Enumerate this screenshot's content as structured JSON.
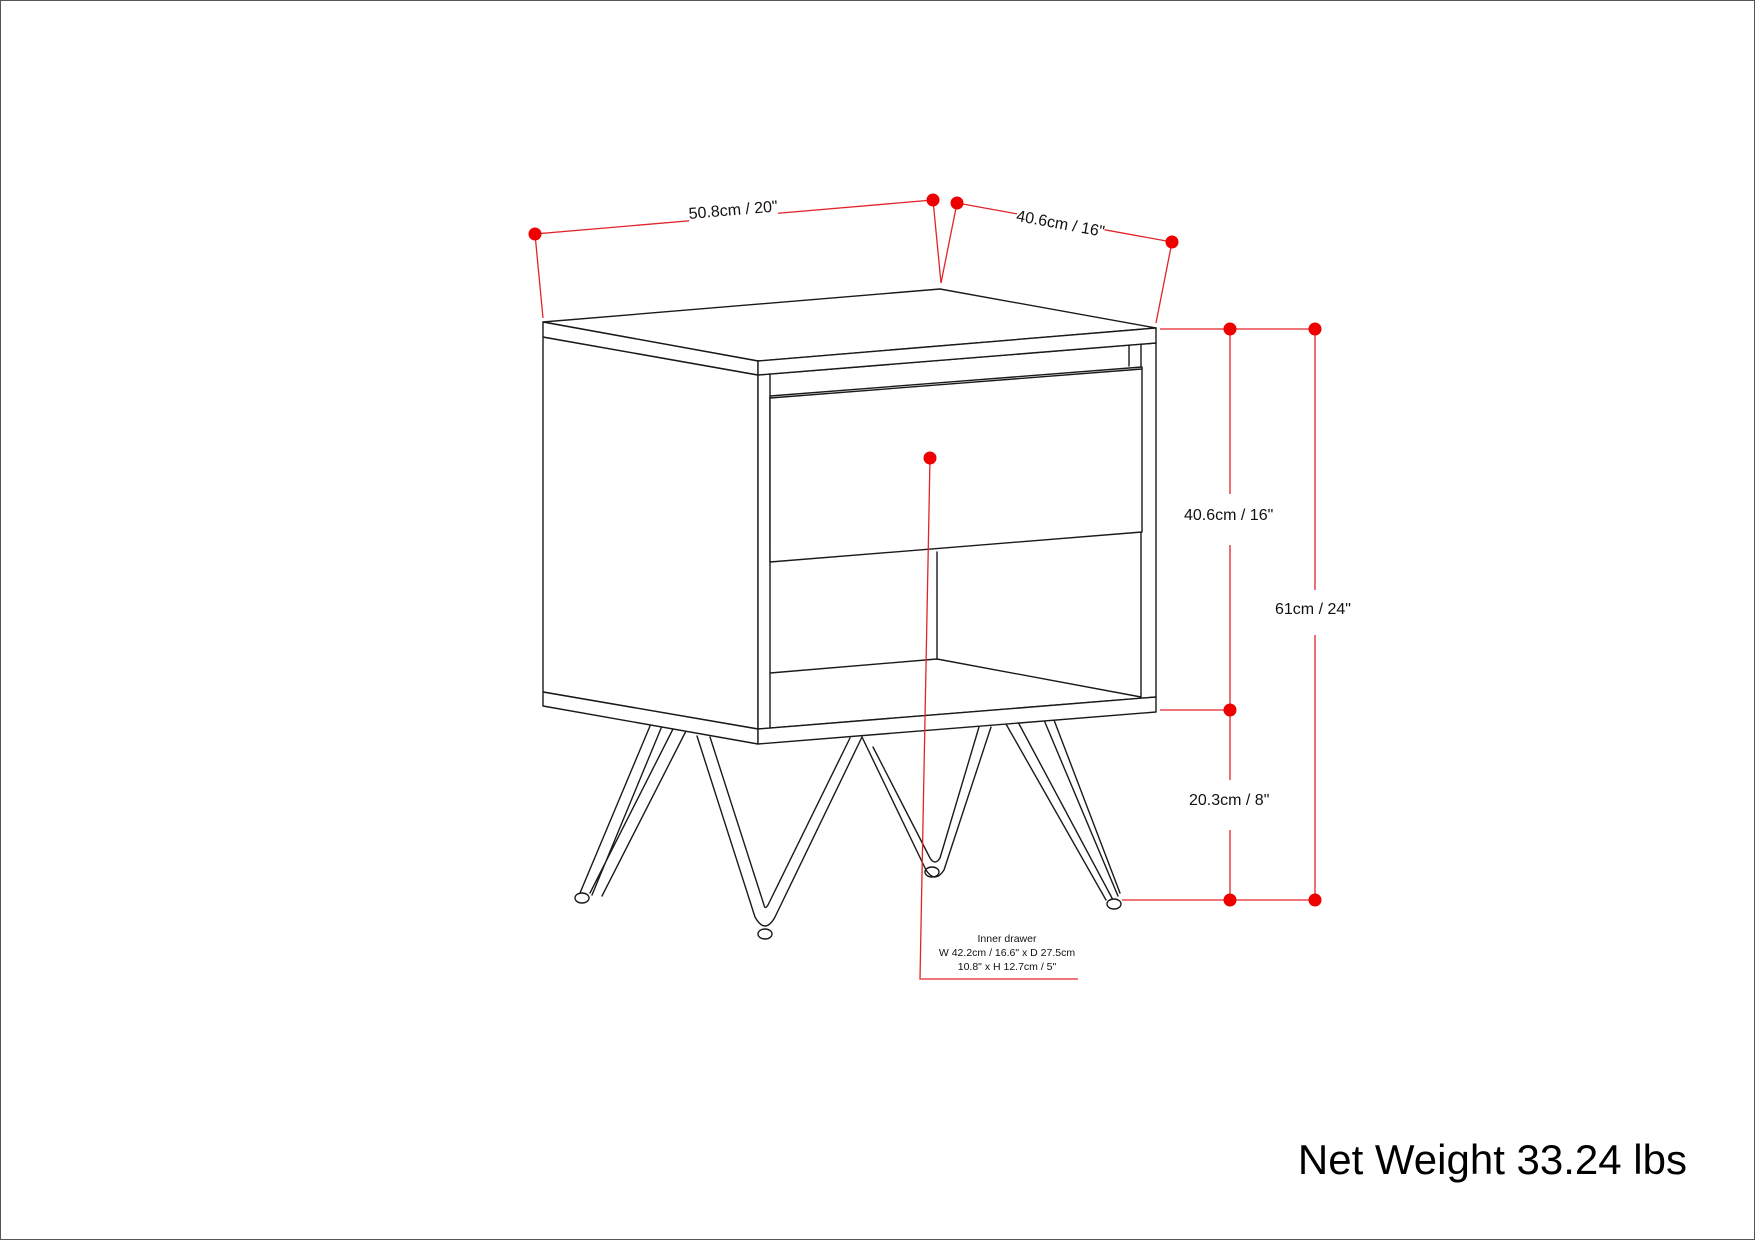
{
  "diagram": {
    "subject": "Nightstand with one drawer, open shelf and hairpin legs",
    "colors": {
      "outline": "#1a1a1a",
      "dimension": "#e0242a",
      "dimension_dot": "#ee0000",
      "background": "#ffffff"
    }
  },
  "dimensions": {
    "width": "50.8cm / 20\"",
    "depth": "40.6cm / 16\"",
    "body_height": "40.6cm / 16\"",
    "total_height": "61cm / 24\"",
    "leg_height": "20.3cm / 8\""
  },
  "inner_drawer": {
    "title": "Inner drawer",
    "line1": "W 42.2cm / 16.6\" x D 27.5cm",
    "line2": "10.8\" x H 12.7cm / 5\""
  },
  "net_weight": "Net Weight 33.24 lbs"
}
